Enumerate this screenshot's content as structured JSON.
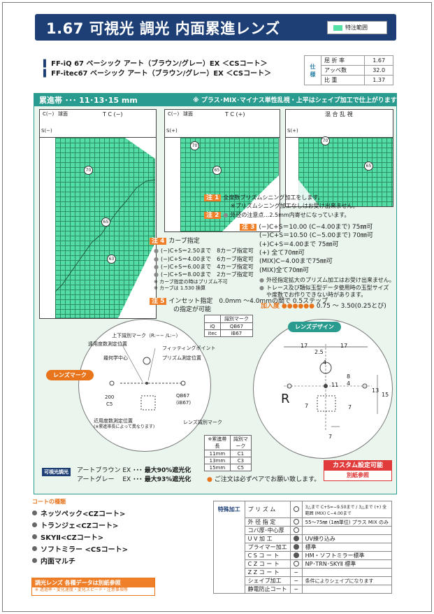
{
  "header": {
    "title": "1.67 可視光 調光 内面累進レンズ",
    "legend_label": "特注範囲"
  },
  "products": [
    "FF-iQ 67 ベーシック アート（ブラウン/グレー）EX ＜CSコート＞",
    "FF-itec67 ベーシック アート（ブラウン/グレー）EX ＜CSコート＞"
  ],
  "spec": {
    "header": "仕 様",
    "rows": [
      {
        "label": "屈 折 率",
        "value": "1.67"
      },
      {
        "label": "アッベ数",
        "value": "32.0"
      },
      {
        "label": "比 重",
        "value": "1.37"
      }
    ]
  },
  "band": {
    "title": "累進帯 ･･･ 11･13･15 mm",
    "note": "※ プラス･MIX･マイナス単性乱視・上平はシェイプ加工で仕上がります"
  },
  "charts": [
    {
      "title": "T C (−)",
      "corner": "C(−)",
      "sub": "球面",
      "s_label": "S(−)",
      "numbers": [
        "70",
        "65",
        "63"
      ]
    },
    {
      "title": "T C (+)",
      "corner": "C(−)",
      "sub": "球面",
      "s_label": "S(+)",
      "numbers": [
        "70",
        "65"
      ]
    },
    {
      "title": "混 合 乱 視",
      "corner": "",
      "sub": "",
      "s_label": "S(+)",
      "numbers": [
        "70",
        "65"
      ]
    }
  ],
  "notes": {
    "n1_tag": "注 1",
    "n1_line1": "全度数プリズムシニング加工をします。",
    "n1_line2": "※プリズムシニング加工なしはお受け出来ません。",
    "n2_tag": "注 2",
    "n2_text": "外径の注意点…2.5mm内寄せになっています。",
    "n3_tag": "注 3",
    "n3_lines": [
      "(−)C+S＝10.00 (C−4.00まで) 75㎜可",
      "(−)C+S＝10.50 (C−5.00まで) 70㎜可",
      "(+)C+S＝4.00まで 75㎜可",
      "(+) 全て70㎜可",
      "(MIX)C−4.00まで75㎜可",
      "(MIX)全て70㎜可"
    ],
    "n3_remarks": [
      "外径指定拡大のプリズム加工はお受け出来ません。",
      "トレース及び類似玉型データ使用時の玉型サイズ",
      "や度数でお作りできない時があります。"
    ],
    "add_label": "加入度",
    "add_value": "0.75 〜 3.50(0.25とび)",
    "n4_tag": "注 4",
    "n4_title": "カーブ指定",
    "n4_lines": [
      "(−)C+S＝2.50まで　8カーブ指定可",
      "(−)C+S＝4.00まで　6カーブ指定可",
      "(−)C+S＝6.00まで　4カーブ指定可",
      "(−)C+S＝8.00まで　2カーブ指定可"
    ],
    "n4_remarks": [
      "※ カーブ指定の時はプリズム不可",
      "※ カーブは 1.530 換算"
    ],
    "n5_tag": "注 5",
    "n5_line1": "インセット指定　0.0mm 〜4.0mmの間で 0.5ステップ",
    "n5_line2": "の指定が可能"
  },
  "id_table": {
    "header": "識別マーク",
    "rows": [
      {
        "name": "iQ",
        "mark": "QB67"
      },
      {
        "name": "itec",
        "mark": "iB67"
      }
    ]
  },
  "lens_mark": {
    "label": "レンズマーク",
    "labels": [
      "上下識別マーク（R:−− /L:−）",
      "遠用度数測定位置",
      "フィッティングポイント",
      "幾何学中心",
      "プリズム測定位置",
      "近用度数測定位置",
      "(※累進帯長によって異なります)",
      "レンズ識別マーク"
    ],
    "left_code": "200",
    "left_sub": "C5",
    "right_code": "QB67",
    "right_sub": "(iB67)",
    "table": {
      "head": [
        "※累進帯長",
        "識別マーク"
      ],
      "rows": [
        [
          "11mm",
          "C1"
        ],
        [
          "13mm",
          "C3"
        ],
        [
          "15mm",
          "C5"
        ]
      ]
    }
  },
  "lens_design": {
    "label": "レンズデザイン",
    "dims": [
      "17",
      "17",
      "2.5",
      "4",
      "8",
      "4",
      "11",
      "15",
      "13",
      "7",
      "7",
      "7"
    ],
    "letter": "R"
  },
  "photochromic": {
    "tag": "可視光調光",
    "rows": [
      {
        "name": "アートブラウン EX",
        "rate": "･･･ 最大90%遮光化"
      },
      {
        "name": "アートグレー　 EX",
        "rate": "･･･ 最大93%遮光化"
      }
    ],
    "pair_note": "ご注文は必ずペアでお願い致します。"
  },
  "custom": {
    "title": "カスタム設定可能",
    "sub": "別紙参照"
  },
  "coats": {
    "title": "コートの種類",
    "items": [
      "ネッツペック<CZコート>",
      "トランジェ<CZコート>",
      "SKYⅡ<CZコート>",
      "ソフトミラー <CSコート>",
      "内面マルチ"
    ]
  },
  "bottom_note": {
    "line1": "調光レンズ 各種データは別紙参照",
    "line2": "※ 透過率・変化速度・変化スピード・注意事項等"
  },
  "special": {
    "label": "特殊加工",
    "rows": [
      {
        "name": "プ リ ズ ム",
        "mark": "o",
        "text": "3△まで C+S=−9.50まで / 3△まで (+) 全範囲 (MIX) C−4.00まで"
      },
      {
        "name": "外 径 指 定",
        "mark": "o",
        "text": "55〜75㎜ (1㎜単位) プラス MIX のみ"
      },
      {
        "name": "コバ厚･中心厚",
        "mark": "o",
        "text": ""
      },
      {
        "name": "U V 加 工",
        "mark": "f",
        "text": "UV練り込み"
      },
      {
        "name": "プライマー加工",
        "mark": "f",
        "text": "標準"
      },
      {
        "name": "C S コ ー ト",
        "mark": "f",
        "text": "HM・ソフトミラー標準"
      },
      {
        "name": "C Z コ ー ト",
        "mark": "o",
        "text": "NP･TRN･SKYⅡ 標準"
      },
      {
        "name": "Z Z コ ー ト",
        "mark": "−",
        "text": ""
      },
      {
        "name": "シェイプ加工",
        "mark": "−",
        "text": "条件によりシェイプになります"
      },
      {
        "name": "静電防止コート",
        "mark": "−",
        "text": ""
      }
    ]
  }
}
